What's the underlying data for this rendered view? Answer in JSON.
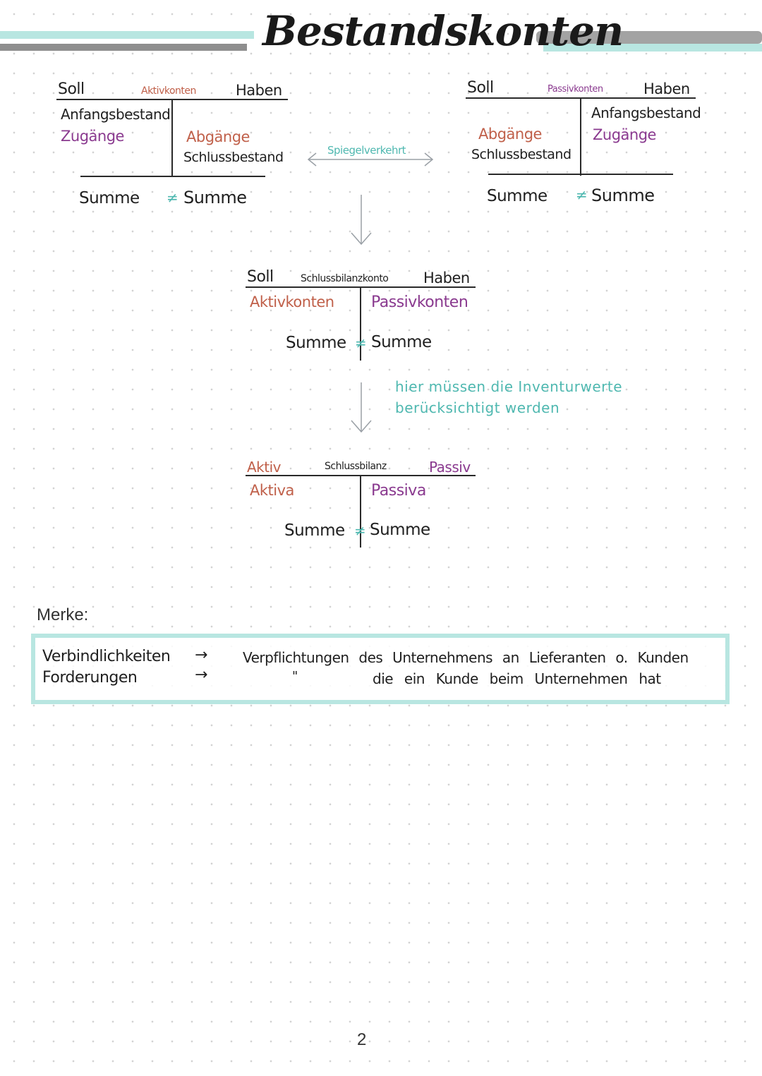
{
  "title": "Bestandskonten",
  "aktivkonto": {
    "soll": "Soll",
    "name": "Aktivkonten",
    "haben": "Haben",
    "left": [
      "Anfangsbestand",
      "Zugänge"
    ],
    "right": [
      "Abgänge",
      "Schlussbestand"
    ],
    "sum_left": "Summe",
    "neq": "≠",
    "sum_right": "Summe"
  },
  "mirror_label": "Spiegelverkehrt",
  "passivkonto": {
    "soll": "Soll",
    "name": "Passivkonten",
    "haben": "Haben",
    "left": [
      "Abgänge",
      "Schlussbestand"
    ],
    "right": [
      "Anfangsbestand",
      "Zugänge"
    ],
    "sum_left": "Summe",
    "neq": "≠",
    "sum_right": "Summe"
  },
  "sbk": {
    "soll": "Soll",
    "name": "Schlussbilanzkonto",
    "haben": "Haben",
    "left": "Aktivkonten",
    "right": "Passivkonten",
    "sum_left": "Summe",
    "neq": "≠",
    "sum_right": "Summe"
  },
  "note": [
    "hier müssen die Inventurwerte",
    "berücksichtigt werden"
  ],
  "bilanz": {
    "aktiv": "Aktiv",
    "name": "Schlussbilanz",
    "passiv": "Passiv",
    "left": "Aktiva",
    "right": "Passiva",
    "sum_left": "Summe",
    "neq": "≠",
    "sum_right": "Summe"
  },
  "merke": {
    "heading": "Merke:",
    "rows": [
      {
        "term": "Verbindlichkeiten",
        "arrow": "→",
        "ditto": "",
        "text": "Verpflichtungen des Unternehmens an Lieferanten o. Kunden"
      },
      {
        "term": "Forderungen",
        "arrow": "→",
        "ditto": "\"",
        "text": "die ein Kunde beim Unternehmen hat"
      }
    ]
  },
  "page_number": "2",
  "colors": {
    "accent_teal": "#4fb8b0",
    "band_teal": "#b8e6e1",
    "rust": "#c0604a",
    "purple": "#8a3a8f"
  }
}
